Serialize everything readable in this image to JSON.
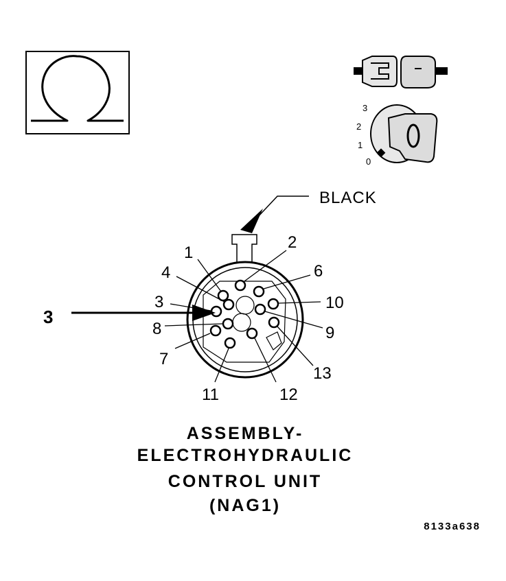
{
  "ohm_symbol": "ohm-icon",
  "key_positions": [
    "3",
    "2",
    "1",
    "0"
  ],
  "ignition_key_icon": "ignition-off-icon",
  "wire_color_label": "BLACK",
  "callout_number": "3",
  "pins": [
    "1",
    "2",
    "3",
    "4",
    "6",
    "7",
    "8",
    "9",
    "10",
    "11",
    "12",
    "13"
  ],
  "title_lines": [
    "ASSEMBLY-",
    "ELECTROHYDRAULIC",
    "CONTROL UNIT",
    "(NAG1)"
  ],
  "figure_code": "8133a638"
}
